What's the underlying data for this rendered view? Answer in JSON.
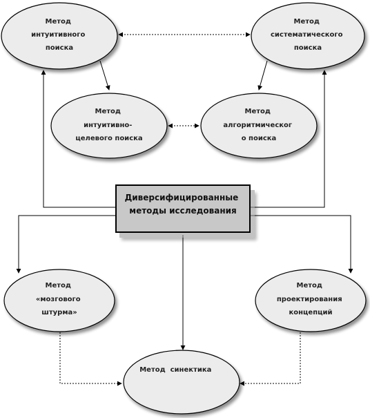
{
  "center": {
    "lines": [
      "Диверсифицированные",
      "методы исследования"
    ]
  },
  "nodes": [
    {
      "id": "intuitive",
      "lines": [
        "Метод",
        "интуитивного",
        "поиска"
      ]
    },
    {
      "id": "systematic",
      "lines": [
        "Метод",
        "систематического",
        "поиска"
      ]
    },
    {
      "id": "intuitive-targeted",
      "lines": [
        "Метод",
        "интуитивно-",
        "целевого поиска"
      ]
    },
    {
      "id": "algorithmic",
      "lines": [
        "Метод",
        "алгоритмическог",
        "о поиска"
      ]
    },
    {
      "id": "brainstorm",
      "lines": [
        "Метод",
        "«мозгового",
        "штурма»"
      ]
    },
    {
      "id": "concept-design",
      "lines": [
        "Метод",
        "проектирования",
        "концепций"
      ]
    },
    {
      "id": "synectics",
      "lines": [
        "Метод  синектика"
      ]
    }
  ],
  "colors": {
    "ellipse_fill": "#ececec",
    "center_fill": "#c8c8c8",
    "line": "#000000",
    "shadow": "#9a9a9a"
  }
}
